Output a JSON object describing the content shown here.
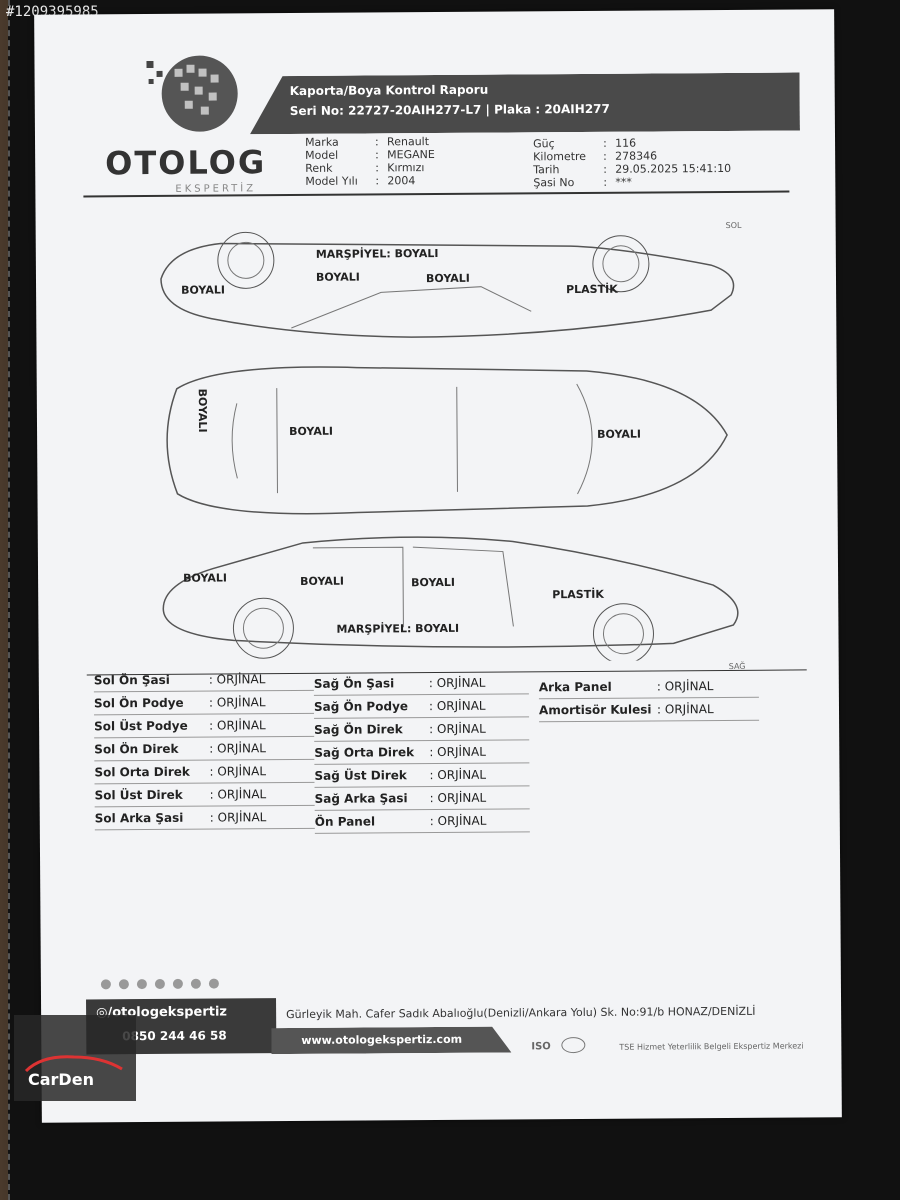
{
  "stock_id": "#1209395985",
  "brand": {
    "name": "OTOLOG",
    "sub": "EKSPERTİZ"
  },
  "report": {
    "title": "Kaporta/Boya Kontrol Raporu",
    "serial_line": "Seri No: 22727-20AIH277-L7 | Plaka : 20AIH277"
  },
  "vehicle_left": [
    {
      "key": "Marka",
      "value": "Renault"
    },
    {
      "key": "Model",
      "value": "MEGANE"
    },
    {
      "key": "Renk",
      "value": "Kırmızı"
    },
    {
      "key": "Model Yılı",
      "value": "2004"
    }
  ],
  "vehicle_right": [
    {
      "key": "Güç",
      "value": "116"
    },
    {
      "key": "Kilometre",
      "value": "278346"
    },
    {
      "key": "Tarih",
      "value": "29.05.2025 15:41:10"
    },
    {
      "key": "Şasi No",
      "value": "***"
    }
  ],
  "diagram": {
    "side_left_tag": "SOL",
    "side_right_tag": "SAĞ",
    "left_view": {
      "marspiyel": "MARŞPİYEL: BOYALI",
      "rear": "BOYALI",
      "rear_door": "BOYALI",
      "front_door": "BOYALI",
      "front": "PLASTİK"
    },
    "top_view": {
      "trunk": "BOYALI",
      "roof": "BOYALI",
      "hood": "BOYALI"
    },
    "right_view": {
      "rear": "BOYALI",
      "rear_door": "BOYALI",
      "front_door": "BOYALI",
      "front": "PLASTİK",
      "marspiyel": "MARŞPİYEL: BOYALI"
    }
  },
  "table_col1": [
    {
      "name": "Sol Ön Şasi",
      "value": ": ORJİNAL"
    },
    {
      "name": "Sol Ön Podye",
      "value": ": ORJİNAL"
    },
    {
      "name": "Sol Üst Podye",
      "value": ": ORJİNAL"
    },
    {
      "name": "Sol Ön Direk",
      "value": ": ORJİNAL"
    },
    {
      "name": "Sol Orta Direk",
      "value": ": ORJİNAL"
    },
    {
      "name": "Sol Üst Direk",
      "value": ": ORJİNAL"
    },
    {
      "name": "Sol Arka Şasi",
      "value": ": ORJİNAL"
    }
  ],
  "table_col2": [
    {
      "name": "Sağ Ön Şasi",
      "value": ": ORJİNAL"
    },
    {
      "name": "Sağ Ön Podye",
      "value": ": ORJİNAL"
    },
    {
      "name": "Sağ Ön Direk",
      "value": ": ORJİNAL"
    },
    {
      "name": "Sağ Orta Direk",
      "value": ": ORJİNAL"
    },
    {
      "name": "Sağ Üst Direk",
      "value": ": ORJİNAL"
    },
    {
      "name": "Sağ Arka Şasi",
      "value": ": ORJİNAL"
    },
    {
      "name": "Ön Panel",
      "value": ": ORJİNAL"
    }
  ],
  "table_col3": [
    {
      "name": "Arka Panel",
      "value": ": ORJİNAL"
    },
    {
      "name": "Amortisör Kulesi",
      "value": ": ORJİNAL"
    }
  ],
  "footer": {
    "instagram": "/otologekspertiz",
    "phone": "0850 244 46 58",
    "website": "www.otologekspertiz.com",
    "address": "Gürleyik Mah. Cafer Sadık Abalıoğlu(Denizli/Ankara Yolu) Sk. No:91/b HONAZ/DENİZLİ",
    "iso": "ISO",
    "tse": "TSE Hizmet Yeterlilik Belgeli Ekspertiz Merkezi"
  },
  "watermark": {
    "name": "CarDen"
  }
}
